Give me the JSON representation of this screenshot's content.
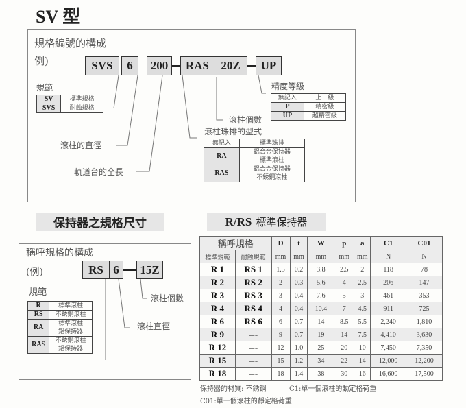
{
  "title": "SV 型",
  "sv": {
    "heading": "規格編號的構成",
    "example": "例)",
    "codes": [
      "SVS",
      "6",
      "200",
      "RAS",
      "20Z",
      "UP"
    ],
    "spec": {
      "label": "規範",
      "rows": [
        [
          "SV",
          "標準規格"
        ],
        [
          "SVS",
          "耐蝕規格"
        ]
      ]
    },
    "precision": {
      "label": "精度等級",
      "rows": [
        [
          "無記入",
          "上　級"
        ],
        [
          "P",
          "精密級"
        ],
        [
          "UP",
          "超精密級"
        ]
      ]
    },
    "roller_count": "滾柱個數",
    "cage": {
      "label": "滾柱珠排的型式",
      "rows": [
        [
          "無記入",
          "標準珠排",
          ""
        ],
        [
          "RA",
          "鋁合金保持器",
          "標準滾柱"
        ],
        [
          "RAS",
          "鋁合金保持器",
          "不銹鋼滾柱"
        ]
      ]
    },
    "roller_diameter": "滾柱的直徑",
    "rail_length": "軌道台的全長"
  },
  "cage_section": {
    "title": "保持器之規格尺寸",
    "heading": "稱呼規格的構成",
    "example": "(例)",
    "codes": [
      "RS",
      "6",
      "15Z"
    ],
    "spec": {
      "label": "規範",
      "rows": [
        [
          "R",
          "標準滾柱",
          ""
        ],
        [
          "RS",
          "不銹鋼滾柱",
          ""
        ],
        [
          "RA",
          "標準滾柱",
          "鋁保持器"
        ],
        [
          "RAS",
          "不銹鋼滾柱",
          "鋁保持器"
        ]
      ]
    },
    "roller_count": "滾柱個數",
    "roller_diameter": "滾柱直徑"
  },
  "table": {
    "title_bold": "R/RS",
    "title_rest": "標準保持器",
    "group_header": "稱呼規格",
    "sub_headers": [
      "標準規範",
      "耐蝕規範"
    ],
    "columns": [
      [
        "D",
        "mm"
      ],
      [
        "t",
        "mm"
      ],
      [
        "W",
        "mm"
      ],
      [
        "p",
        "mm"
      ],
      [
        "a",
        "mm"
      ],
      [
        "C1",
        "N"
      ],
      [
        "C01",
        "N"
      ]
    ],
    "rows": [
      [
        "R 1",
        "RS 1",
        "1.5",
        "0.2",
        "3.8",
        "2.5",
        "2",
        "118",
        "78"
      ],
      [
        "R 2",
        "RS 2",
        "2",
        "0.3",
        "5.6",
        "4",
        "2.5",
        "206",
        "147"
      ],
      [
        "R 3",
        "RS 3",
        "3",
        "0.4",
        "7.6",
        "5",
        "3",
        "461",
        "353"
      ],
      [
        "R 4",
        "RS 4",
        "4",
        "0.4",
        "10.4",
        "7",
        "4.5",
        "911",
        "725"
      ],
      [
        "R 6",
        "RS 6",
        "6",
        "0.7",
        "14",
        "8.5",
        "5.5",
        "2,240",
        "1,810"
      ],
      [
        "R 9",
        "---",
        "9",
        "0.7",
        "19",
        "14",
        "7.5",
        "4,410",
        "3,630"
      ],
      [
        "R 12",
        "---",
        "12",
        "1.0",
        "25",
        "20",
        "10",
        "7,450",
        "7,350"
      ],
      [
        "R 15",
        "---",
        "15",
        "1.2",
        "34",
        "22",
        "14",
        "12,000",
        "12,200"
      ],
      [
        "R 18",
        "---",
        "18",
        "1.4",
        "38",
        "30",
        "16",
        "16,600",
        "17,500"
      ]
    ],
    "note1a": "保持器的材質: 不銹鋼",
    "note1b": "C1:單一個滾柱的動定格荷重",
    "note2": "C01:單一個滾柱的靜定格荷重"
  }
}
